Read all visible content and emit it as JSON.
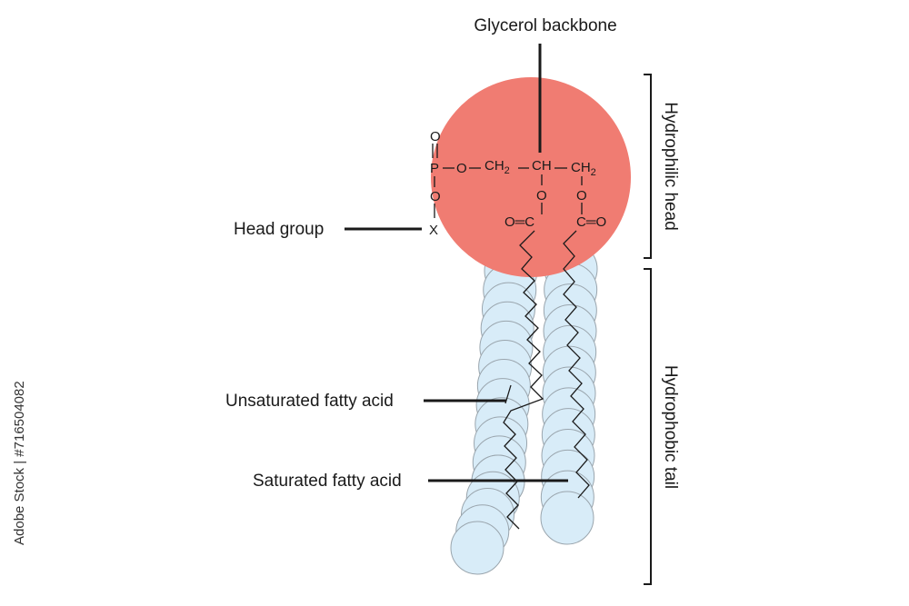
{
  "labels": {
    "glycerol": "Glycerol backbone",
    "head_group": "Head group",
    "unsaturated": "Unsaturated fatty acid",
    "saturated": "Saturated fatty acid",
    "hydrophilic": "Hydrophilic head",
    "hydrophobic": "Hydrophobic tail"
  },
  "chem": {
    "o_top": "O",
    "p": "P",
    "o_left": "O",
    "o_link": "O",
    "ch": "CH",
    "ch2_a": "CH",
    "ch2_b": "CH",
    "sub2": "2",
    "x": "X",
    "o_ester1": "O",
    "o_ester2": "O",
    "ester1": "O═C",
    "ester2": "C═O"
  },
  "watermark": "Adobe Stock | #716504082",
  "colors": {
    "head": "#f07c72",
    "tail": "#d8ecf8",
    "tail_stroke": "#9aa5ad",
    "ink": "#1a1a1a"
  }
}
